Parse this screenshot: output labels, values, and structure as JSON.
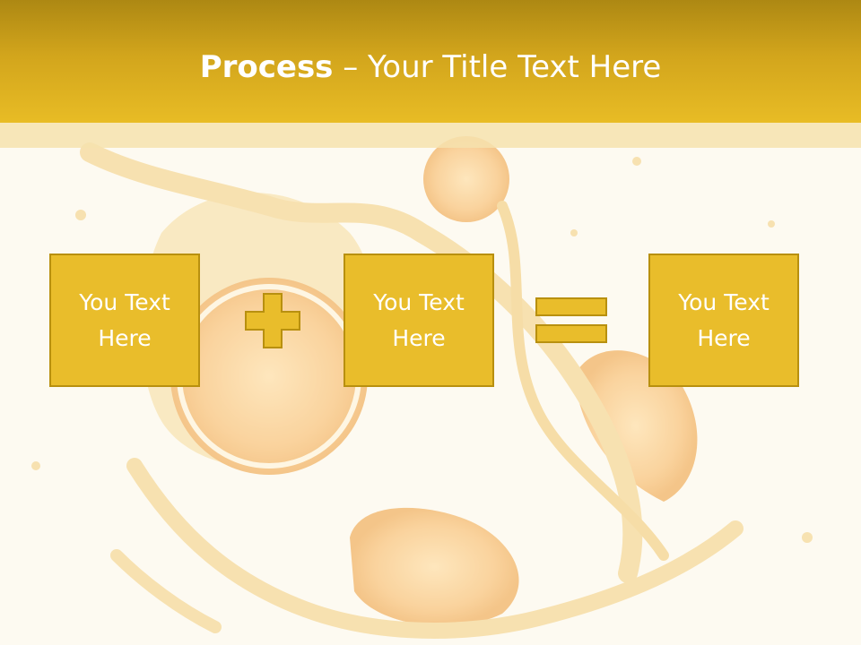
{
  "slide": {
    "title_bold": "Process",
    "title_rest": " – Your Title Text Here"
  },
  "process": {
    "boxes": [
      {
        "label": "You Text Here"
      },
      {
        "label": "You Text Here"
      },
      {
        "label": "You Text Here"
      }
    ],
    "operators": [
      "plus-icon",
      "equals-icon"
    ]
  },
  "colors": {
    "header": "#e8bc25",
    "header_dark": "#ad8813",
    "box_fill": "#e9bd2b",
    "box_border": "#b8900f",
    "background": "#fdfaf1"
  }
}
